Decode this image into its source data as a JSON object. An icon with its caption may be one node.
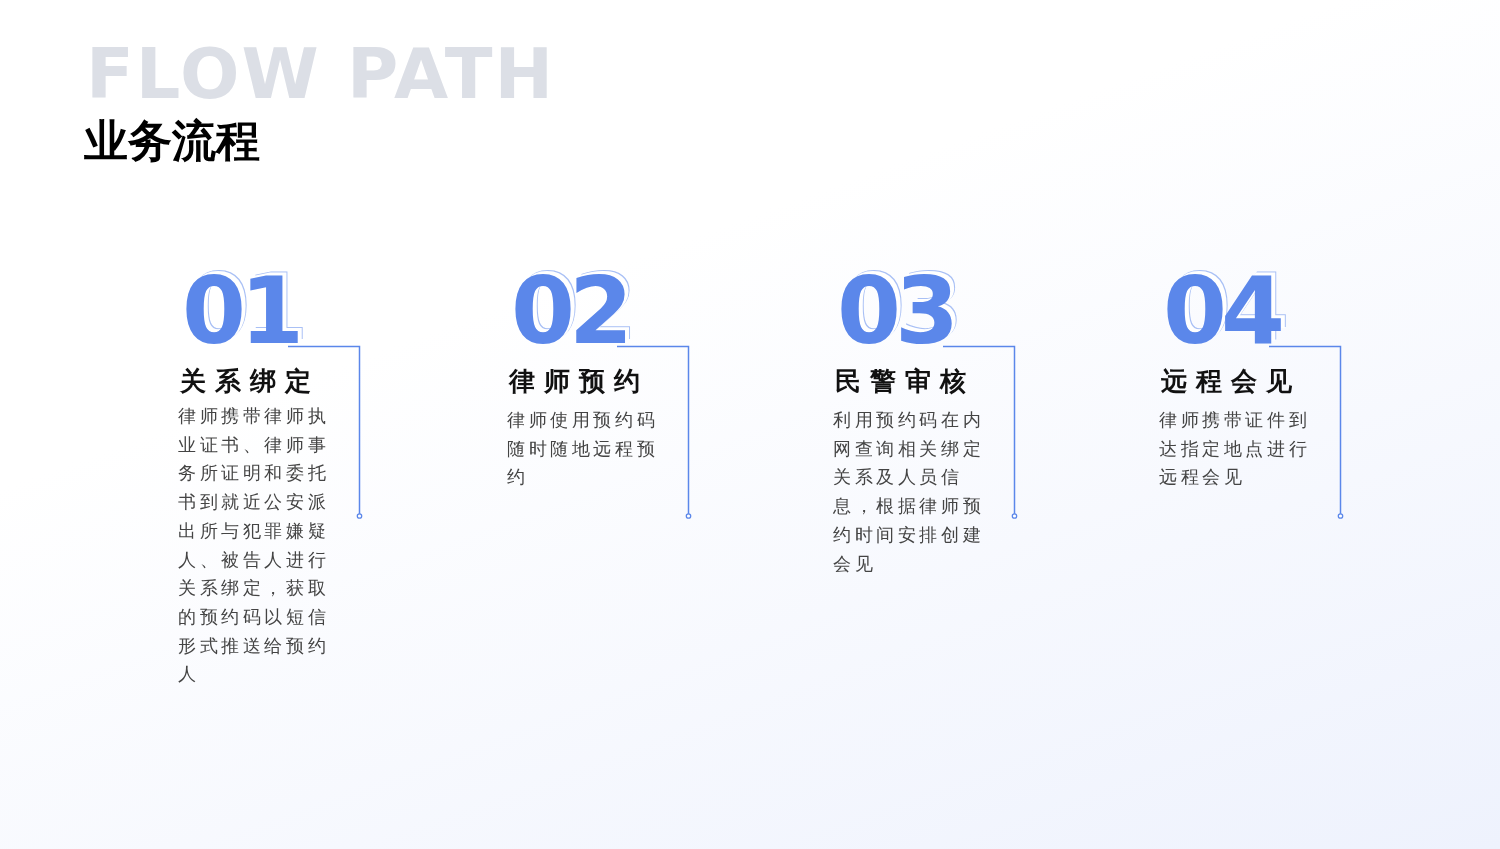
{
  "diagram": {
    "title": "业务流程",
    "nodes": [
      {
        "text": [
          "01",
          "关系绑定",
          "律师携带律师执业证书、律师事务所证明和委托书到就近公安派出所与犯罪嫌疑人、被告人进行关系绑定，获取的预约码以短信形式推送给预约人"
        ]
      },
      {
        "text": [
          "02",
          "律师预约",
          "律师使用预约码随时随地远程预约"
        ]
      },
      {
        "text": [
          "03",
          "民警审核",
          "利用预约码在内网查询相关绑定关系及人员信息，根据律师预约时间安排创建会见"
        ]
      },
      {
        "text": [
          "04",
          "远程会见",
          "律师携带证件到达指定地点进行远程会见"
        ]
      }
    ],
    "labels": [
      "FLOW PATH"
    ]
  }
}
